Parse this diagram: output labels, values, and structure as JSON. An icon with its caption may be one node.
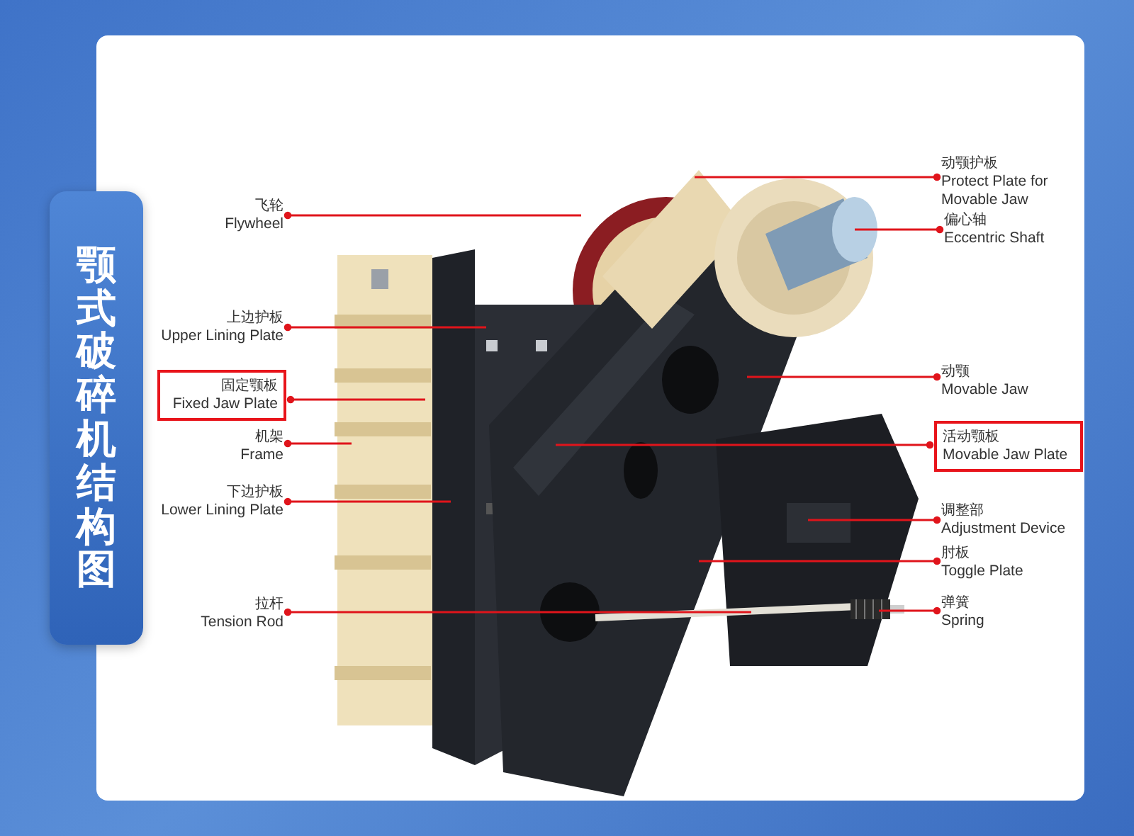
{
  "diagram": {
    "title": "颚式破碎机结构图",
    "nodes": [
      {
        "text": [
          "飞轮",
          "Flywheel"
        ]
      },
      {
        "text": [
          "上边护板",
          "Upper Lining Plate"
        ]
      },
      {
        "text": [
          "固定颚板",
          "Fixed Jaw Plate"
        ]
      },
      {
        "text": [
          "机架",
          "Frame"
        ]
      },
      {
        "text": [
          "下边护板",
          "Lower Lining Plate"
        ]
      },
      {
        "text": [
          "拉杆",
          "Tension Rod"
        ]
      },
      {
        "text": [
          "动颚护板",
          "Protect Plate for Movable Jaw"
        ]
      },
      {
        "text": [
          "偏心轴",
          "Eccentric Shaft"
        ]
      },
      {
        "text": [
          "动颚",
          "Movable Jaw"
        ]
      },
      {
        "text": [
          "活动颚板",
          "Movable Jaw Plate"
        ]
      },
      {
        "text": [
          "调整部",
          "Adjustment Device"
        ]
      },
      {
        "text": [
          "肘板",
          "Toggle Plate"
        ]
      },
      {
        "text": [
          "弹簧",
          "Spring"
        ]
      }
    ],
    "edges": [
      {
        "from": 0,
        "to": null,
        "arrow": "other"
      },
      {
        "from": 1,
        "to": null,
        "arrow": "other"
      },
      {
        "from": 2,
        "to": null,
        "arrow": "other"
      },
      {
        "from": 3,
        "to": null,
        "arrow": "other"
      },
      {
        "from": 4,
        "to": null,
        "arrow": "other"
      },
      {
        "from": 5,
        "to": null,
        "arrow": "other"
      },
      {
        "from": 6,
        "to": null,
        "arrow": "other"
      },
      {
        "from": 7,
        "to": null,
        "arrow": "other"
      },
      {
        "from": 8,
        "to": null,
        "arrow": "other"
      },
      {
        "from": 9,
        "to": null,
        "arrow": "other"
      },
      {
        "from": 10,
        "to": null,
        "arrow": "other"
      },
      {
        "from": 11,
        "to": null,
        "arrow": "other"
      },
      {
        "from": 12,
        "to": null,
        "arrow": "other"
      }
    ]
  }
}
